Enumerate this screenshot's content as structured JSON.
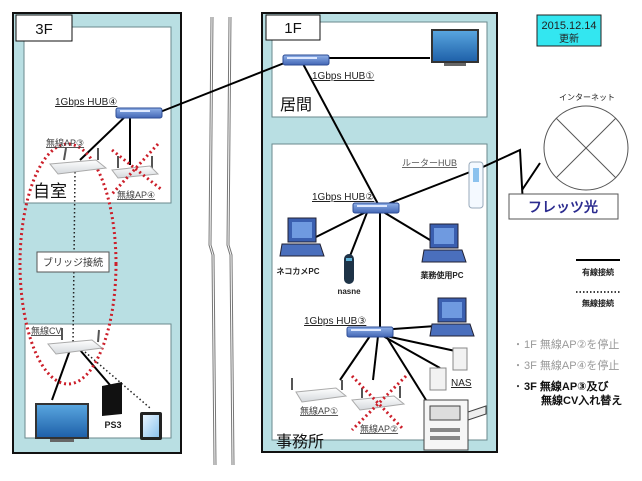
{
  "floors": {
    "f3": {
      "label": "3F",
      "room_top": "自室"
    },
    "f1": {
      "label": "1F",
      "room_living": "居間",
      "room_office": "事務所"
    }
  },
  "update_badge": {
    "date": "2015.12.14",
    "suffix": "更新",
    "color": "#33e6f0"
  },
  "internet": {
    "label": "インターネット"
  },
  "isp": {
    "label": "フレッツ光",
    "color": "#2b2b8f"
  },
  "devices": {
    "hub1": "1Gbps HUB①",
    "hub2": "1Gbps HUB②",
    "hub3": "1Gbps HUB③",
    "hub4": "1Gbps HUB④",
    "router": "ルーターHUB",
    "ap1": "無線AP①",
    "ap2": "無線AP②",
    "ap3": "無線AP③",
    "ap4": "無線AP④",
    "cv": "無線CV",
    "bridge": "ブリッジ接続",
    "nekocam_pc": "ネコカメPC",
    "nasne": "nasne",
    "work_pc": "業務使用PC",
    "nas": "NAS",
    "ps3": "PS3"
  },
  "legend": {
    "wired": "有線接続",
    "wireless": "無線接続"
  },
  "notes": [
    {
      "text": "1F 無線AP②を停止",
      "emphasis": false
    },
    {
      "text": "3F 無線AP④を停止",
      "emphasis": false
    },
    {
      "text": "3F 無線AP③及び",
      "emphasis": true
    },
    {
      "text": "無線CV入れ替え",
      "emphasis": true
    }
  ],
  "colors": {
    "floor_bg": "#b9dfe3",
    "hub": "#5b7fc7",
    "disabled_mark": "#cc1f2a"
  }
}
